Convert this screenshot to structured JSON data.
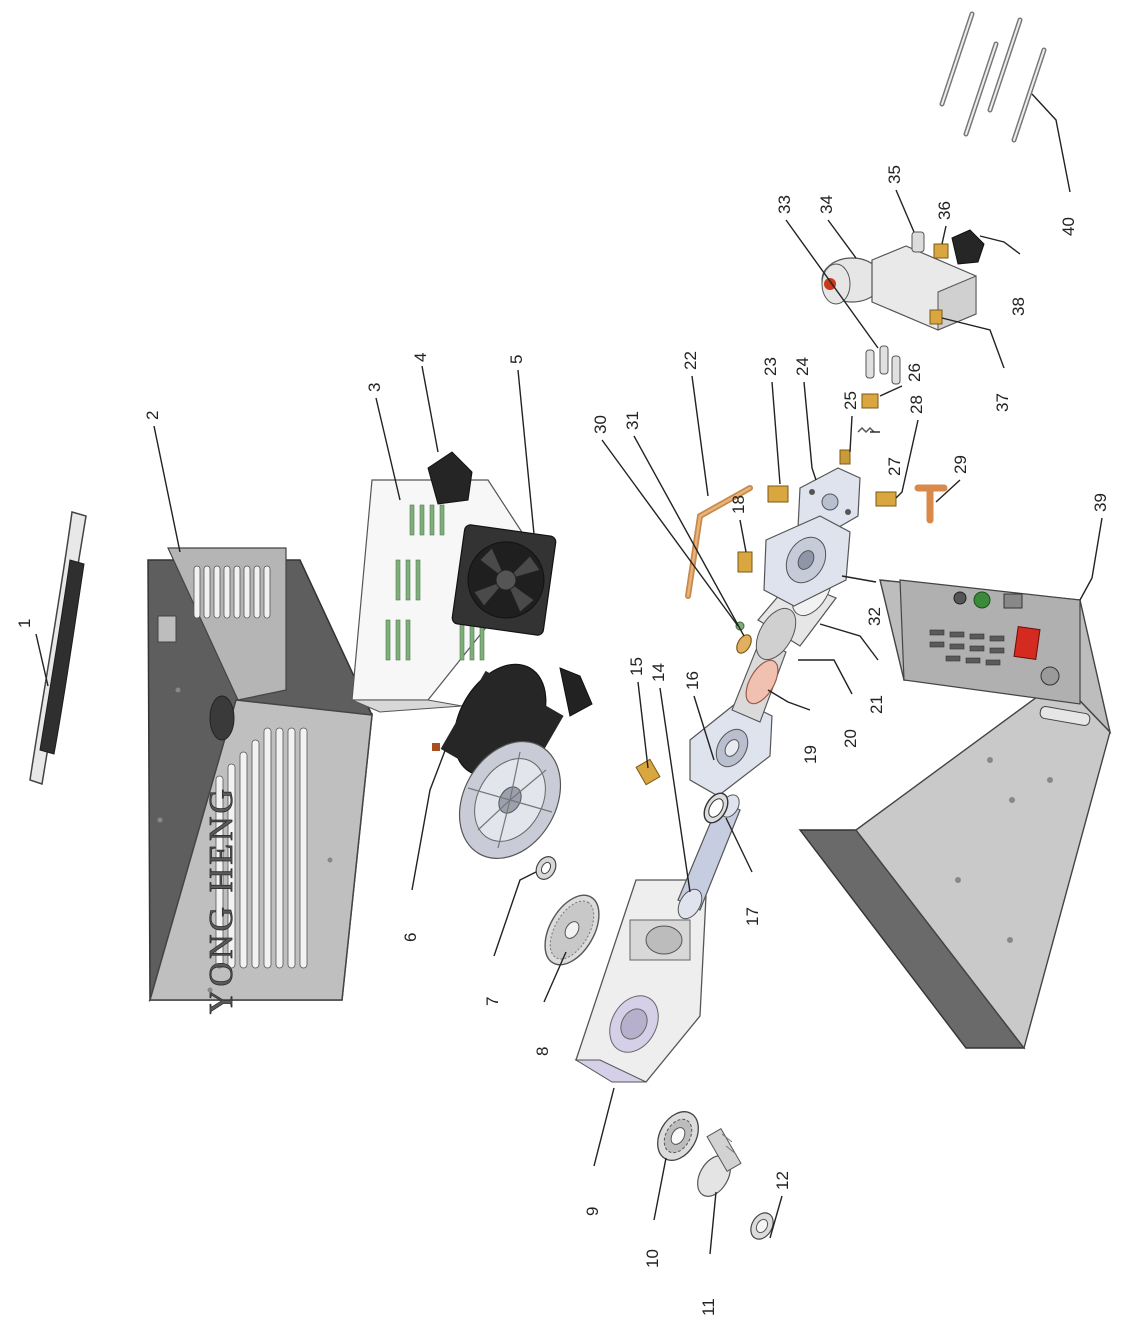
{
  "brand_label": "YONG HENG",
  "callouts": [
    "1",
    "2",
    "3",
    "4",
    "5",
    "6",
    "7",
    "8",
    "9",
    "10",
    "11",
    "12",
    "14",
    "15",
    "16",
    "17",
    "18",
    "19",
    "20",
    "21",
    "22",
    "23",
    "24",
    "25",
    "26",
    "27",
    "28",
    "29",
    "30",
    "31",
    "32",
    "33",
    "34",
    "35",
    "36",
    "37",
    "38",
    "39",
    "40"
  ],
  "colors": {
    "housing_dark": "#5e5e5e",
    "housing_light": "#bfbfbf",
    "steel": "#d6d6d6",
    "brass": "#d9a640",
    "copper": "#d99a5a",
    "fan_black": "#2e2e2e",
    "motor_black": "#262626",
    "switch_red": "#d42a1f",
    "gauge_red": "#c83a1a",
    "gasket_pink": "#f0c0b0",
    "frame_tint": "#d6cfe8"
  }
}
